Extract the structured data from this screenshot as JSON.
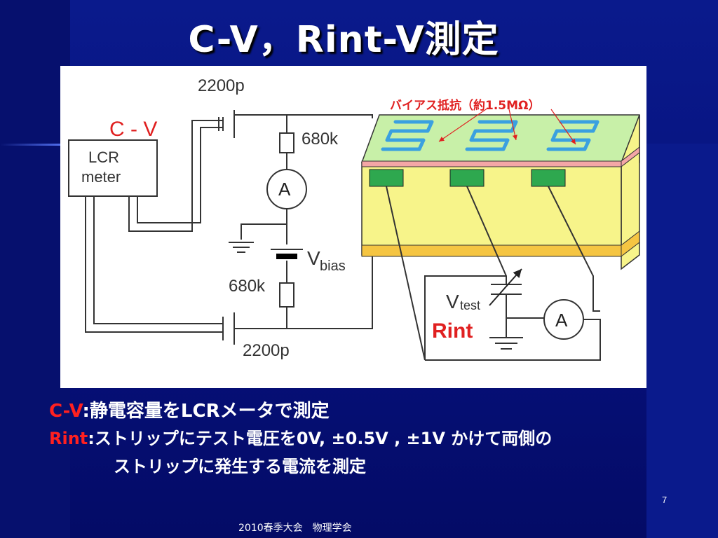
{
  "slide": {
    "title": "C-V，Rint-V測定",
    "page_number": "7",
    "footer": "2010春季大会　物理学会"
  },
  "diagram": {
    "cap_top": "2200p",
    "cap_bottom": "2200p",
    "res_top": "680k",
    "res_bottom": "680k",
    "ammeter_left": "A",
    "ammeter_right": "A",
    "vbias_main": "V",
    "vbias_sub": "bias",
    "vtest_main": "V",
    "vtest_sub": "test",
    "lcr_line1": "LCR",
    "lcr_line2": "meter",
    "cv_label": "C - V",
    "rint_label": "Rint",
    "bias_resistor_label": "バイアス抵抗（約1.5MΩ）"
  },
  "description": {
    "line1_key": "C-V",
    "line1_text": ":静電容量をLCRメータで測定",
    "line2_key": "Rint",
    "line2_text": ":ストリップにテスト電圧を0V, ±0.5V , ±1V かけて両側の",
    "line3_text": "ストリップに発生する電流を測定"
  },
  "colors": {
    "highlight": "#ff2020",
    "sensor_body": "#f7f48a",
    "strip_green": "#2ea84f",
    "backplane_orange": "#f5c542"
  }
}
